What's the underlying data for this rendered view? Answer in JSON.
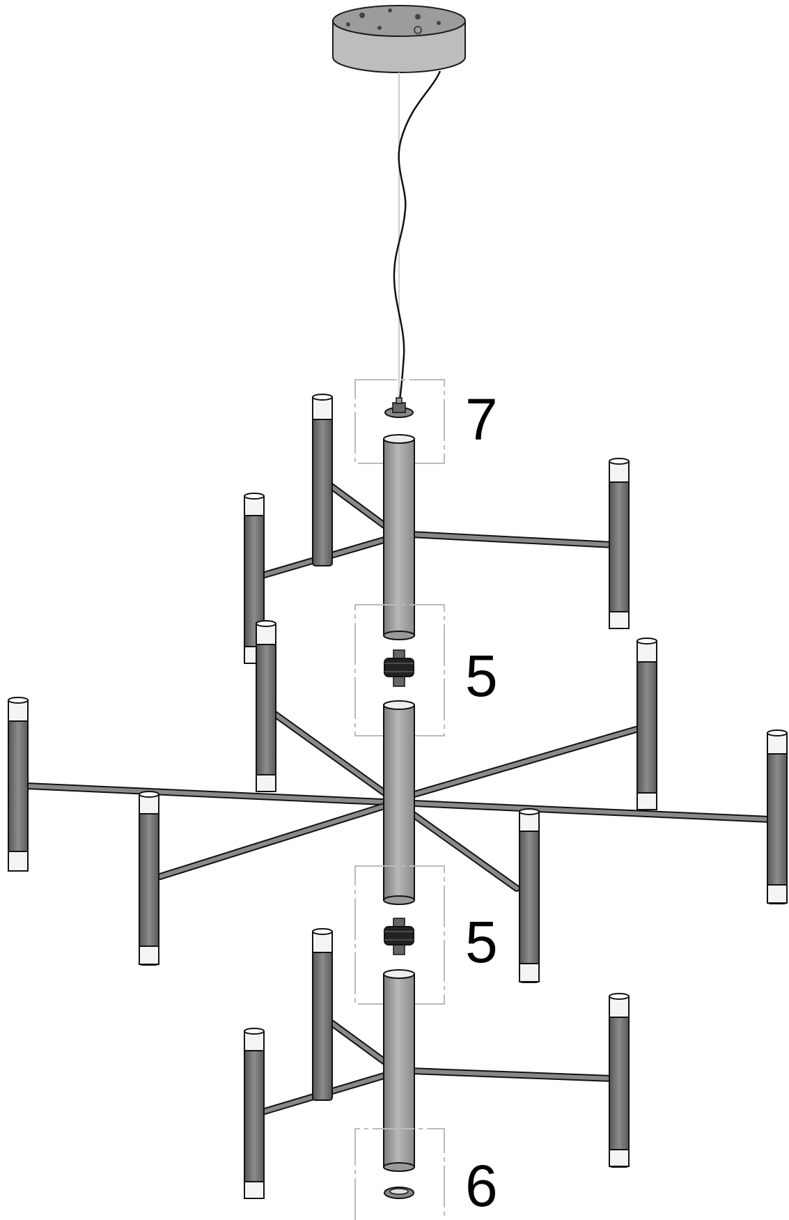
{
  "callouts": [
    {
      "id": "callout-7",
      "label": "7"
    },
    {
      "id": "callout-5-upper",
      "label": "5"
    },
    {
      "id": "callout-5-lower",
      "label": "5"
    },
    {
      "id": "callout-6",
      "label": "6"
    }
  ],
  "colors": {
    "metal": "#9a9a9a",
    "metal_dark": "#6e6e6e",
    "outline": "#1a1a1a",
    "diffuser": "#f4f4f4",
    "canopy": "#bdbdbd",
    "detail_box": "#bbbbbb",
    "cable": "#111111"
  }
}
